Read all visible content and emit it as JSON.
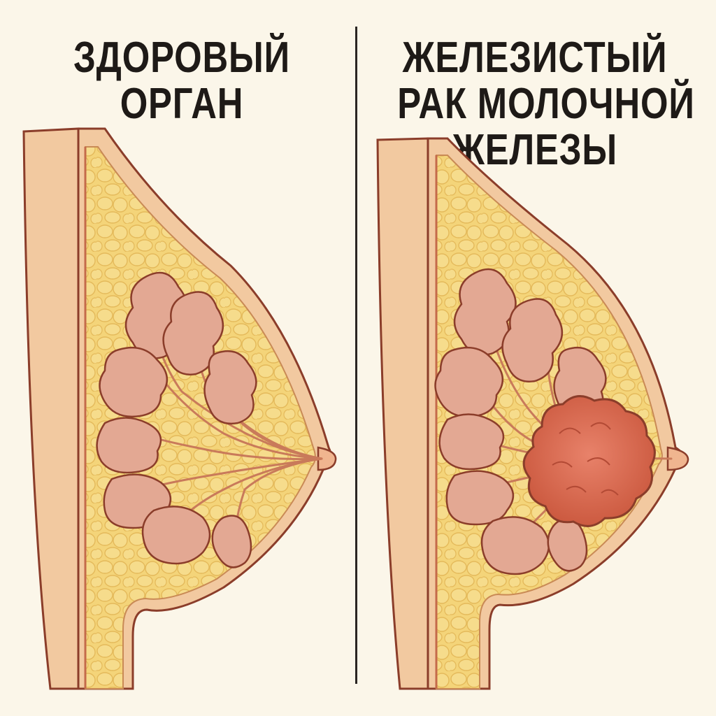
{
  "panels": {
    "left": {
      "title_lines": [
        "ЗДОРОВЫЙ",
        "ОРГАН"
      ]
    },
    "right": {
      "title_lines": [
        "ЖЕЛЕЗИСТЫЙ",
        "РАК МОЛОЧНОЙ",
        "ЖЕЛЕЗЫ"
      ]
    }
  },
  "colors": {
    "background": "#fbf6e9",
    "skin": "#f2c9a0",
    "fat": "#f4d479",
    "lobule": "#e3a893",
    "duct": "#e8b48f",
    "outline": "#8b3d2a",
    "tumor": "#d96a4e"
  }
}
